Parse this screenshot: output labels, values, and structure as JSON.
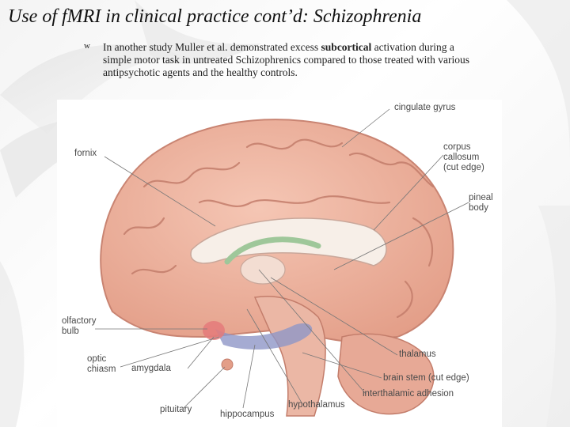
{
  "slide": {
    "title": "Use of fMRI in clinical practice cont’d: Schizophrenia",
    "bullet_symbol": "w",
    "bullet": {
      "part1": "In another study Muller et al. demonstrated excess ",
      "emphasis": "subcortical",
      "part2": " activation during a simple motor task in untreated Schizophrenics compared to those treated with various antipsychotic agents and the healthy controls."
    }
  },
  "figure": {
    "labels": {
      "cingulate_gyrus": "cingulate gyrus",
      "fornix": "fornix",
      "corpus_callosum": "corpus\ncallosum\n(cut edge)",
      "pineal_body": "pineal\nbody",
      "olfactory_bulb": "olfactory\nbulb",
      "optic_chiasm": "optic\nchiasm",
      "thalamus": "thalamus",
      "brain_stem": "brain stem (cut edge)",
      "amygdala": "amygdala",
      "interthalamic_adhesion": "interthalamic adhesion",
      "hypothalamus": "hypothalamus",
      "pituitary": "pituitary",
      "hippocampus": "hippocampus"
    }
  }
}
